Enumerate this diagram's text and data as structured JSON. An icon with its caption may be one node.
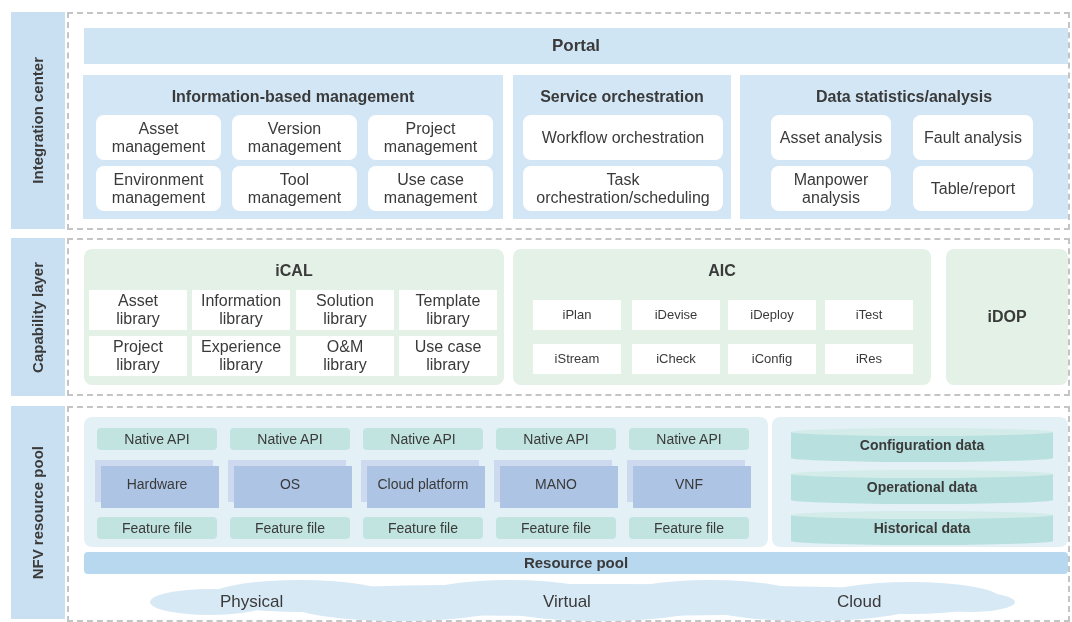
{
  "diagram": {
    "nodes": [
      {
        "text": [
          "Integration center"
        ]
      },
      {
        "text": [
          "Portal"
        ]
      },
      {
        "text": [
          "Information-based management"
        ]
      },
      {
        "text": [
          "Asset management"
        ],
        "in": 2
      },
      {
        "text": [
          "Version management"
        ],
        "in": 2
      },
      {
        "text": [
          "Project management"
        ],
        "in": 2
      },
      {
        "text": [
          "Environment management"
        ],
        "in": 2
      },
      {
        "text": [
          "Tool management"
        ],
        "in": 2
      },
      {
        "text": [
          "Use case management"
        ],
        "in": 2
      },
      {
        "text": [
          "Service orchestration"
        ]
      },
      {
        "text": [
          "Workflow orchestration"
        ],
        "in": 9
      },
      {
        "text": [
          "Task orchestration/scheduling"
        ],
        "in": 9
      },
      {
        "text": [
          "Data statistics/analysis"
        ]
      },
      {
        "text": [
          "Asset analysis"
        ],
        "in": 12
      },
      {
        "text": [
          "Fault analysis"
        ],
        "in": 12
      },
      {
        "text": [
          "Manpower analysis"
        ],
        "in": 12
      },
      {
        "text": [
          "Table/report"
        ],
        "in": 12
      },
      {
        "text": [
          "Capability layer"
        ]
      },
      {
        "text": [
          "iCAL"
        ]
      },
      {
        "text": [
          "Asset library"
        ],
        "in": 18
      },
      {
        "text": [
          "Information library"
        ],
        "in": 18
      },
      {
        "text": [
          "Solution library"
        ],
        "in": 18
      },
      {
        "text": [
          "Template library"
        ],
        "in": 18
      },
      {
        "text": [
          "Project library"
        ],
        "in": 18
      },
      {
        "text": [
          "Experience library"
        ],
        "in": 18
      },
      {
        "text": [
          "O&M library"
        ],
        "in": 18
      },
      {
        "text": [
          "Use case library"
        ],
        "in": 18
      },
      {
        "text": [
          "AIC"
        ]
      },
      {
        "text": [
          "iPlan"
        ],
        "in": 27
      },
      {
        "text": [
          "iDevise"
        ],
        "in": 27
      },
      {
        "text": [
          "iDeploy"
        ],
        "in": 27
      },
      {
        "text": [
          "iTest"
        ],
        "in": 27
      },
      {
        "text": [
          "iStream"
        ],
        "in": 27
      },
      {
        "text": [
          "iCheck"
        ],
        "in": 27
      },
      {
        "text": [
          "iConfig"
        ],
        "in": 27
      },
      {
        "text": [
          "iRes"
        ],
        "in": 27
      },
      {
        "text": [
          "iDOP"
        ]
      },
      {
        "text": [
          "NFV resource pool"
        ]
      },
      {
        "text": [],
        "shape": "box"
      },
      {
        "text": [
          "Native API"
        ],
        "in": 38
      },
      {
        "text": [
          "Native API"
        ],
        "in": 38
      },
      {
        "text": [
          "Native API"
        ],
        "in": 38
      },
      {
        "text": [
          "Native API"
        ],
        "in": 38
      },
      {
        "text": [
          "Native API"
        ],
        "in": 38
      },
      {
        "text": [
          "Hardware"
        ],
        "in": 38
      },
      {
        "text": [
          "OS"
        ],
        "in": 38
      },
      {
        "text": [
          "Cloud platform"
        ],
        "in": 38
      },
      {
        "text": [
          "MANO"
        ],
        "in": 38
      },
      {
        "text": [
          "VNF"
        ],
        "in": 38
      },
      {
        "text": [
          "Feature file"
        ],
        "in": 38
      },
      {
        "text": [
          "Feature file"
        ],
        "in": 38
      },
      {
        "text": [
          "Feature file"
        ],
        "in": 38
      },
      {
        "text": [
          "Feature file"
        ],
        "in": 38
      },
      {
        "text": [
          "Feature file"
        ],
        "in": 38
      },
      {
        "text": [],
        "shape": "box"
      },
      {
        "text": [
          "Configuration data"
        ],
        "in": 54
      },
      {
        "text": [
          "Operational data"
        ],
        "in": 54
      },
      {
        "text": [
          "Historical data"
        ],
        "in": 54
      },
      {
        "text": [
          "Resource pool"
        ]
      },
      {
        "text": [
          "Physical",
          "Virtual",
          "Cloud"
        ]
      }
    ]
  }
}
